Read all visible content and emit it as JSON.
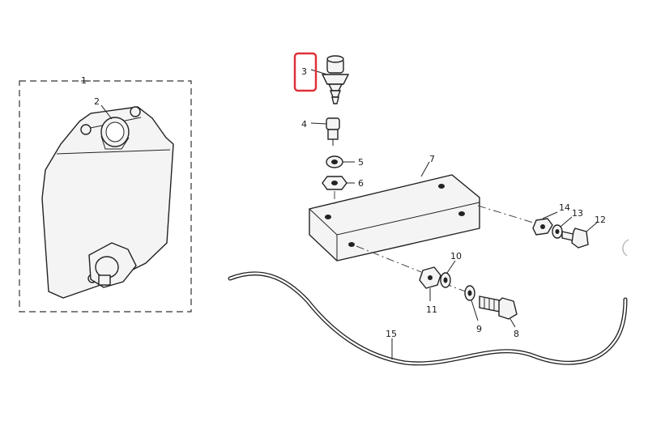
{
  "diagram": {
    "callouts": {
      "c1": "1",
      "c2": "2",
      "c3": "3",
      "c4": "4",
      "c5": "5",
      "c6": "6",
      "c7": "7",
      "c8": "8",
      "c9": "9",
      "c10": "10",
      "c11": "11",
      "c12": "12",
      "c13": "13",
      "c14": "14",
      "c15": "15"
    },
    "highlight": {
      "target": "3",
      "color": "#e0303a"
    }
  }
}
